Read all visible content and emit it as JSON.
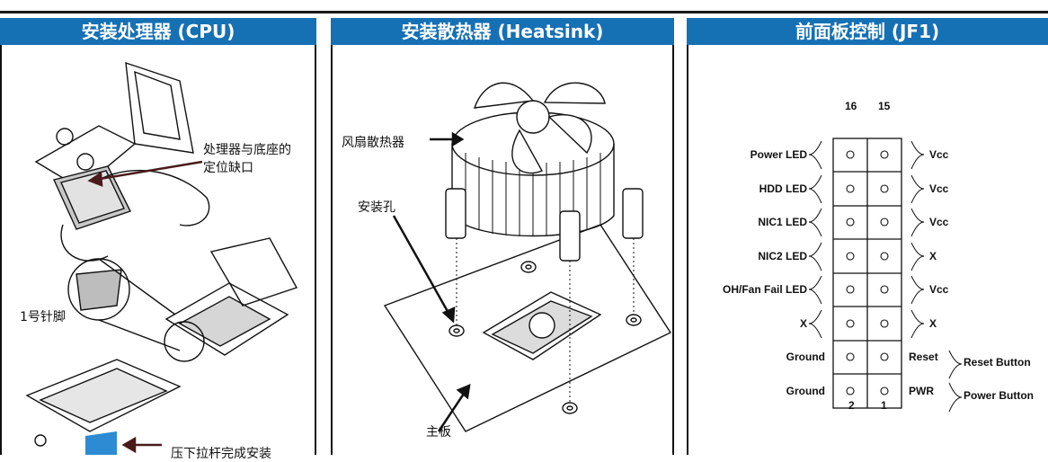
{
  "panels": {
    "cpu": {
      "title": "安装处理器 (CPU)",
      "label_alignment": "处理器与底座的",
      "label_alignment_2": "定位缺口",
      "label_pin1": "1号针脚",
      "label_lever": "压下拉杆完成安装"
    },
    "heatsink": {
      "title": "安装散热器 (Heatsink)",
      "label_fan": "风扇散热器",
      "label_holes": "安装孔",
      "label_board": "主板"
    },
    "jf1": {
      "title": "前面板控制 (JF1)",
      "pin_top_left": "16",
      "pin_top_right": "15",
      "pin_bottom_left": "2",
      "pin_bottom_right": "1",
      "rows": [
        {
          "left": "Power LED",
          "right": "Vcc"
        },
        {
          "left": "HDD LED",
          "right": "Vcc"
        },
        {
          "left": "NIC1 LED",
          "right": "Vcc"
        },
        {
          "left": "NIC2 LED",
          "right": "X"
        },
        {
          "left": "OH/Fan Fail LED",
          "right": "Vcc"
        },
        {
          "left": "X",
          "right": "X"
        },
        {
          "left": "Ground",
          "right": "Reset"
        },
        {
          "left": "Ground",
          "right": "PWR"
        }
      ],
      "reset_button": "Reset Button",
      "power_button": "Power Button"
    }
  },
  "colors": {
    "header": "#1670b4",
    "frame": "#111111",
    "accent_arrow": "#4a1a1a"
  }
}
